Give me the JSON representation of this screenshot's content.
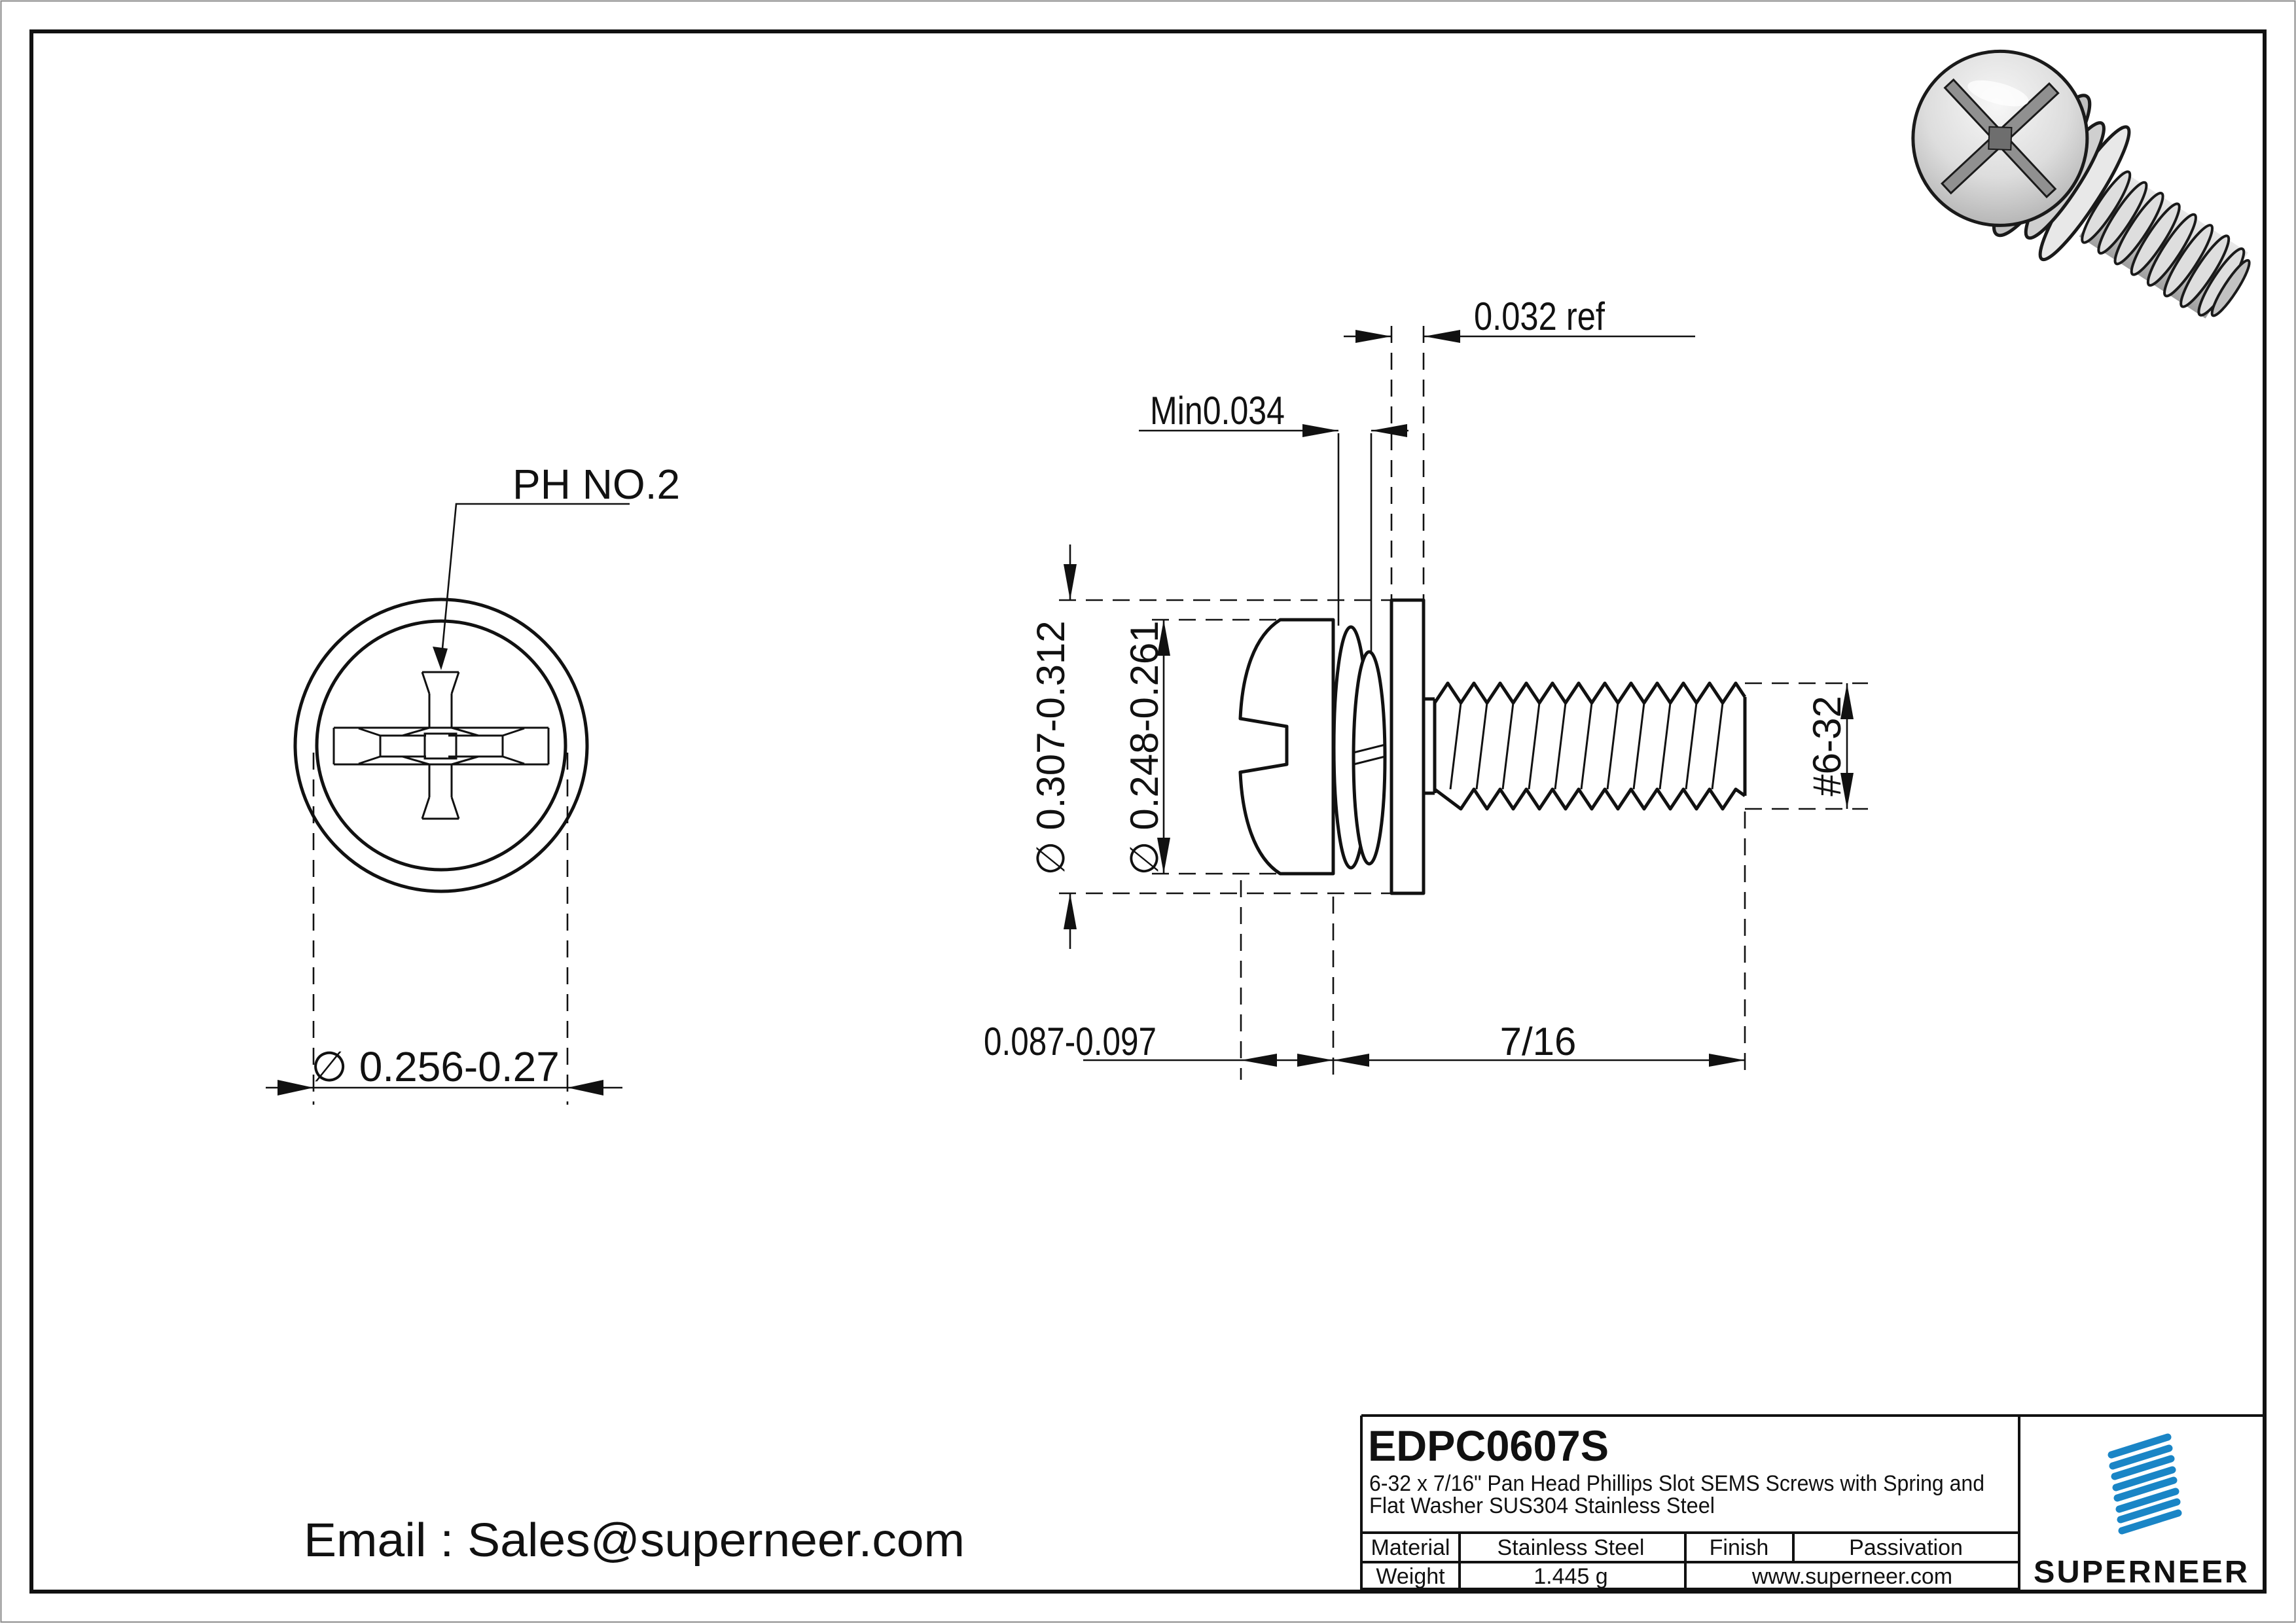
{
  "views": {
    "front": {
      "ph_label": "PH NO.2",
      "dia_label": "∅ 0.256-0.27"
    },
    "side": {
      "washer_od": "∅ 0.307-0.312",
      "head_od": "∅ 0.248-0.261",
      "spring_min": "Min0.034",
      "washer_ref": "0.032 ref",
      "thread_size": "#6-32",
      "head_height": "0.087-0.097",
      "thread_length": "7/16"
    }
  },
  "title_block": {
    "part_number": "EDPC0607S",
    "description_line1": "6-32 x 7/16\" Pan Head Phillips Slot SEMS Screws with Spring and",
    "description_line2": "Flat Washer SUS304 Stainless Steel",
    "material_label": "Material",
    "material_value": "Stainless Steel",
    "finish_label": "Finish",
    "finish_value": "Passivation",
    "weight_label": "Weight",
    "weight_value": "1.445 g",
    "website": "www.superneer.com",
    "brand": "SUPERNEER"
  },
  "footer": {
    "email": "Email : Sales@superneer.com"
  },
  "colors": {
    "brand_blue": "#1a85c6",
    "link_blue": "#2b9ade"
  }
}
